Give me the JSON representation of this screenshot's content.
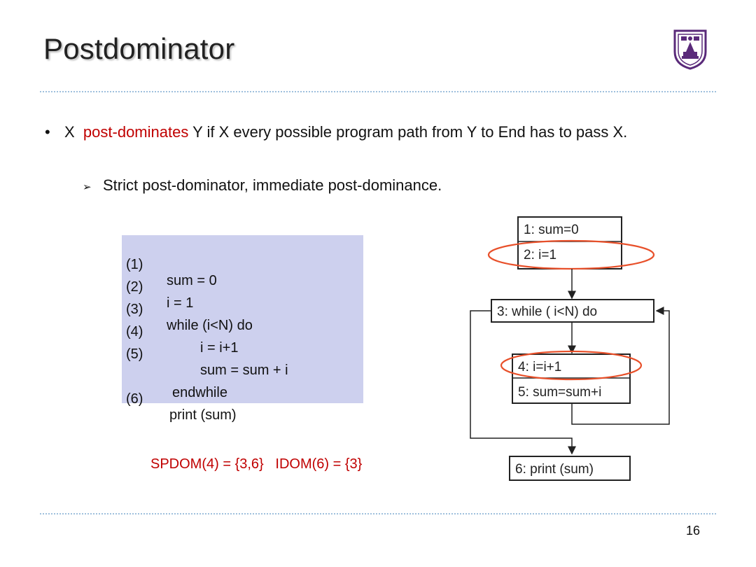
{
  "slide": {
    "title": "Postdominator",
    "page_number": "16"
  },
  "bullet": {
    "x_label": "X",
    "keyword": "post-dominates",
    "rest": "Y if X every possible program path from Y to End has to pass X."
  },
  "sub_bullet": {
    "text": "Strict post-dominator, immediate post-dominance."
  },
  "code": {
    "lines": [
      {
        "num": "(1)",
        "text": "sum = 0"
      },
      {
        "num": "(2)",
        "text": "i = 1"
      },
      {
        "num": "(3)",
        "text": "while (i<N) do"
      },
      {
        "num": "(4)",
        "text": "i = i+1"
      },
      {
        "num": "(5)",
        "text": "sum = sum + i"
      },
      {
        "num": "",
        "text": "endwhile"
      },
      {
        "num": "(6)",
        "text": "print (sum)"
      }
    ]
  },
  "formula": {
    "spdom": "SPDOM(4) = {3,6}",
    "idom": "IDOM(6) = {3}"
  },
  "flow": {
    "node1": "1:  sum=0",
    "node2": "2:  i=1",
    "node3": "3:  while ( i<N) do",
    "node4": "4:  i=i+1",
    "node5": "5:  sum=sum+i",
    "node6": "6:  print (sum)"
  },
  "colors": {
    "accent": "#c00000",
    "code_bg": "#cdd0ee",
    "highlight_ellipse": "#e8502a",
    "divider": "#9fc0dd"
  }
}
